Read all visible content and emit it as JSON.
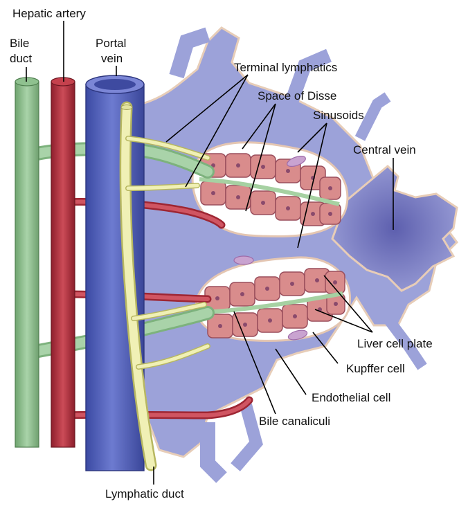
{
  "labels": {
    "hepatic_artery": "Hepatic artery",
    "bile_duct_line1": "Bile",
    "bile_duct_line2": "duct",
    "portal_vein_line1": "Portal",
    "portal_vein_line2": "vein",
    "terminal_lymphatics": "Terminal lymphatics",
    "space_of_disse": "Space of Disse",
    "sinusoids": "Sinusoids",
    "central_vein": "Central vein",
    "liver_cell_plate": "Liver cell plate",
    "kupffer_cell": "Kupffer cell",
    "endothelial_cell": "Endothelial cell",
    "bile_canaliculi": "Bile canaliculi",
    "lymphatic_duct": "Lymphatic duct"
  },
  "colors": {
    "bile_duct": "#8fbf8f",
    "hepatic_artery": "#b8323f",
    "portal_vein": "#4a5bb5",
    "lymphatic": "#e8e8a0",
    "sinusoid": "#9a9fd6",
    "hepatocyte": "#d98e8e",
    "nucleus": "#9a5a78",
    "endothelial": "#f3dcc8",
    "kupffer": "#c9a3d0",
    "background": "#ffffff"
  }
}
